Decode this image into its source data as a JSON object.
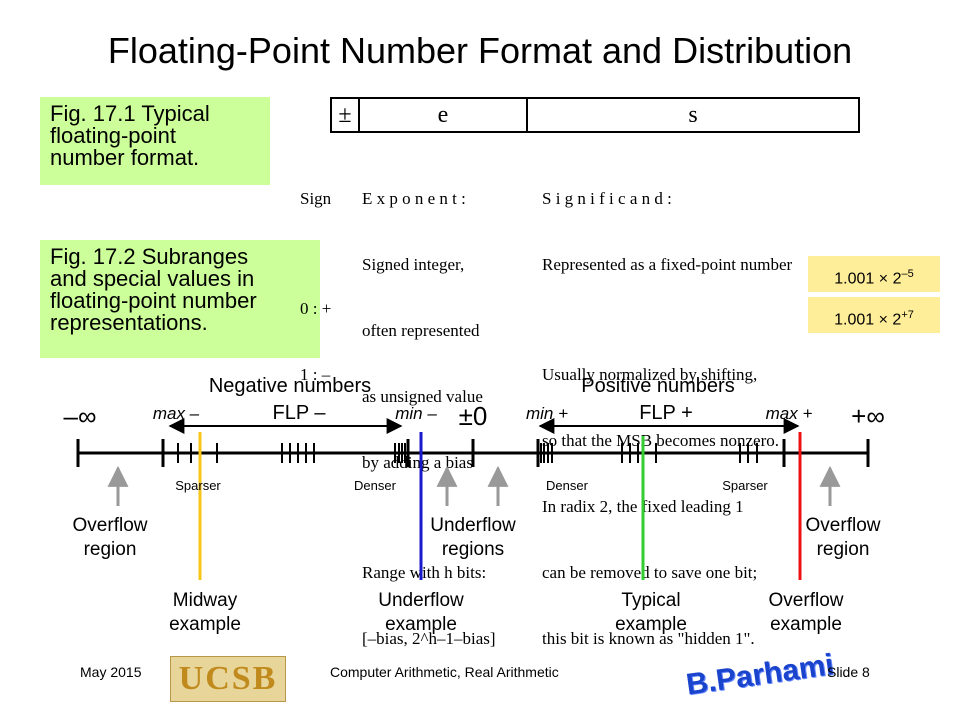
{
  "title": "Floating-Point Number Format and Distribution",
  "fig1_caption": [
    "Fig. 17.1   Typical",
    "floating-point",
    "number format."
  ],
  "fig2_caption": [
    "Fig. 17.2   Subranges",
    "and special values in",
    "floating-point number",
    "representations."
  ],
  "format": {
    "sign_field": "±",
    "exponent_field": "e",
    "significand_field": "s"
  },
  "sign_col": [
    "Sign",
    "",
    "0 : +",
    "1 : –"
  ],
  "exponent_col": [
    "E x p o n e n t :",
    "Signed integer,",
    "often represented",
    "as unsigned value",
    "by adding a bias",
    "",
    "Range with h bits:",
    "[–bias, 2^h–1–bias]"
  ],
  "significand_col": [
    "S i g n i f i c a n d :",
    "Represented as a fixed-point number",
    "",
    "Usually normalized by shifting,",
    "so that the MSB becomes nonzero.",
    "In radix 2, the fixed leading 1",
    "can be removed to save one bit;",
    "this bit is known as \"hidden 1\"."
  ],
  "examples": [
    {
      "mantissa": "1.001",
      "times": "×",
      "base": "2",
      "exp": "–5"
    },
    {
      "mantissa": "1.001",
      "times": "×",
      "base": "2",
      "exp": "+7"
    }
  ],
  "number_line": {
    "negative_label": "Negative numbers",
    "positive_label": "Positive numbers",
    "neg_inf": "–∞",
    "pos_inf": "+∞",
    "zero": "±0",
    "max_neg": "max –",
    "flp_neg": "FLP –",
    "min_neg": "min –",
    "min_pos": "min +",
    "flp_pos": "FLP +",
    "max_pos": "max +",
    "sparser_left": "Sparser",
    "denser_left": "Denser",
    "denser_right": "Denser",
    "sparser_right": "Sparser",
    "overflow_left": [
      "Overflow",
      "region"
    ],
    "underflow_mid": [
      "Underflow",
      "regions"
    ],
    "overflow_right": [
      "Overflow",
      "region"
    ],
    "midway": [
      "Midway",
      "example"
    ],
    "underflow_ex": [
      "Underflow",
      "example"
    ],
    "typical_ex": [
      "Typical",
      "example"
    ],
    "overflow_ex": [
      "Overflow",
      "example"
    ],
    "colors": {
      "midway": "#f5c518",
      "underflow": "#1a1acc",
      "typical": "#33cc33",
      "overflow": "#ee1111"
    }
  },
  "footer": {
    "date": "May 2015",
    "logo": "UCSB",
    "center": "Computer Arithmetic, Real Arithmetic",
    "slide": "Slide 8",
    "signature": "B.Parhami"
  },
  "colors": {
    "caption_bg": "#ccff99",
    "example_bg": "#ffee99"
  }
}
